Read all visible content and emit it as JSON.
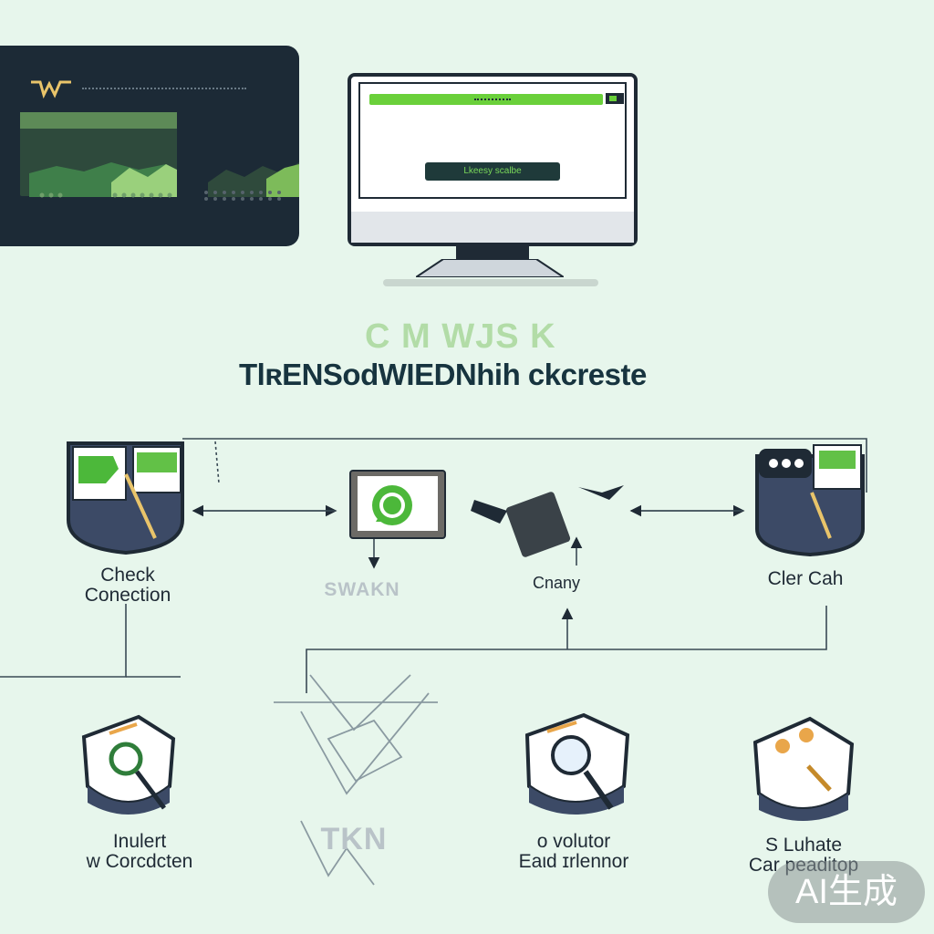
{
  "dashboard": {
    "logo_icon": "trend-logo-icon"
  },
  "monitor": {
    "button_label": "Lkeesy scalbe"
  },
  "headings": {
    "faded": "C M WJS K",
    "title": "TlʀENSodWIEDNhih ckcreste"
  },
  "nodes": {
    "check_connection": {
      "line1": "Check",
      "line2": "Conection"
    },
    "whatsapp_label": "SWAKN",
    "crank_label": "Cnany",
    "clear_label": "Cler Cah",
    "inulert": {
      "line1": "Inulert",
      "line2": "w Corcdcten"
    },
    "check_center_label": "TKN",
    "volutor": {
      "line1": "o volutor",
      "line2": "Eaιd ɪrlennor"
    },
    "luhate": {
      "line1": "S Luhate",
      "line2": "Car peaditop"
    }
  },
  "badge": {
    "text": "AI生成"
  },
  "colors": {
    "background": "#e7f6ec",
    "dark": "#1f2a35",
    "accent_green": "#6ad03a",
    "navy_card": "#1c2a36"
  }
}
